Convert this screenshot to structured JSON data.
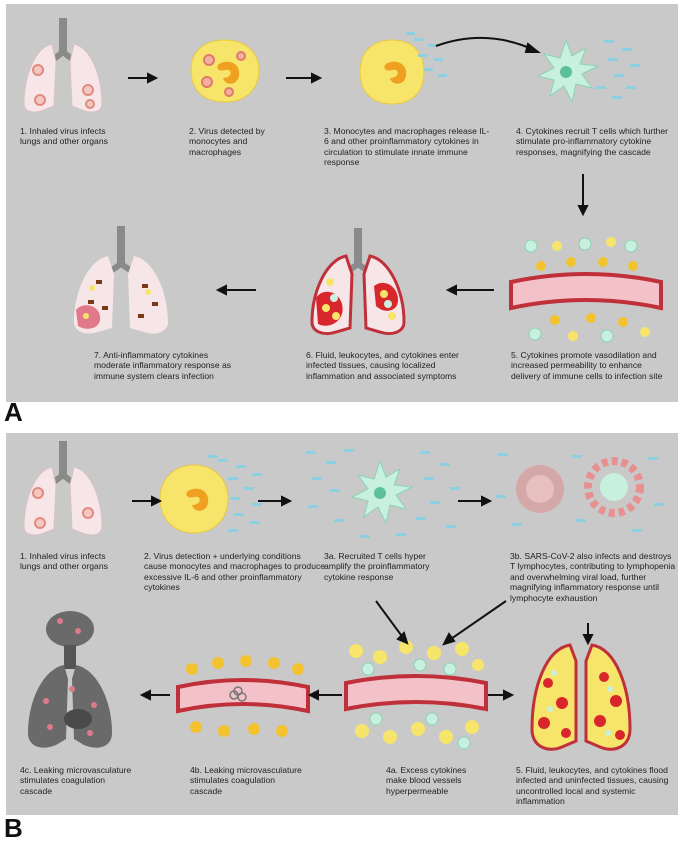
{
  "panelA": {
    "label": "A",
    "captions": [
      "1. Inhaled virus infects lungs and other organs",
      "2. Virus detected by monocytes and macrophages",
      "3. Monocytes and macrophages release IL-6 and other proinflammatory cytokines in circulation to stimulate innate immune response",
      "4. Cytokines recruit T cells which further stimulate pro-inflammatory cytokine responses, magnifying the cascade",
      "5. Cytokines promote vasodilation and increased permeability to enhance delivery of immune cells to infection site",
      "6. Fluid, leukocytes, and cytokines enter infected tissues, causing localized inflammation and associated symptoms",
      "7. Anti-inflammatory cytokines moderate inflammatory response as immune system clears infection"
    ]
  },
  "panelB": {
    "label": "B",
    "captions": [
      "1. Inhaled virus infects lungs and other organs",
      "2. Virus detection + underlying conditions cause monocytes and macrophages to produce excessive IL-6 and other proinflammatory cytokines",
      "3a. Recruited T cells hyper amplify the proinflammatory cytokine response",
      "3b. SARS-CoV-2 also infects and destroys T lymphocytes, contributing to lymphopenia and overwhelming viral load, further magnifying inflammatory response until lymphocyte exhaustion",
      "4a. Excess cytokines make blood vessels hyperpermeable",
      "5. Fluid, leukocytes, and cytokines flood infected and uninfected tissues, causing uncontrolled local and systemic inflammation",
      "4b. Leaking microvasculature stimulates coagulation cascade",
      "4c. Leaking microvasculature stimulates coagulation cascade"
    ]
  },
  "colors": {
    "panel_bg": "#c9c9c9",
    "lung": "#f6e6e8",
    "trachea": "#8a8a8a",
    "monocyte": "#f7e46a",
    "vessel": "#f3c2c9",
    "vessel_wall": "#c0303a",
    "tcell": "#c8f0df",
    "cytokine": "#8fd0e0",
    "inflamed": "#d8262c"
  }
}
